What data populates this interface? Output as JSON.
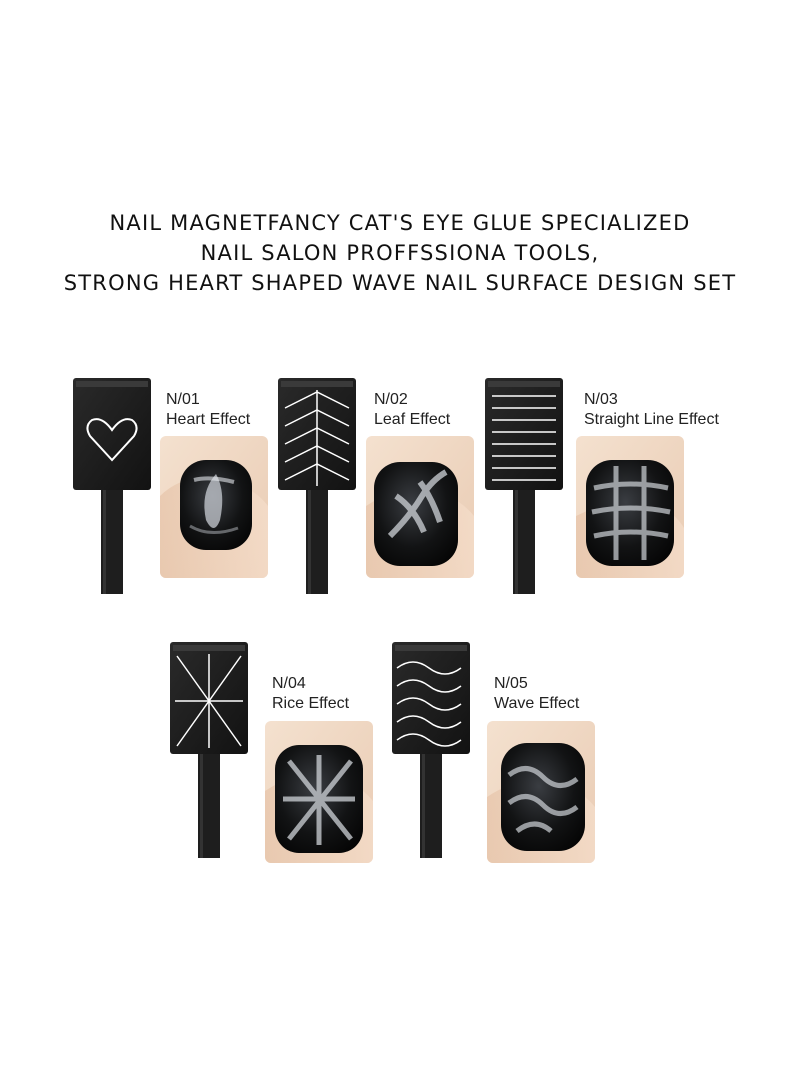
{
  "title": {
    "line1": "NAIL MAGNETFANCY CAT'S EYE GLUE SPECIALIZED",
    "line2": "NAIL SALON PROFFSSIONA TOOLS,",
    "line3": "STRONG HEART SHAPED WAVE NAIL SURFACE DESIGN SET"
  },
  "products": [
    {
      "code": "N/01",
      "name": "Heart Effect",
      "pattern": "heart-pattern-icon"
    },
    {
      "code": "N/02",
      "name": "Leaf Effect",
      "pattern": "leaf-pattern-icon"
    },
    {
      "code": "N/03",
      "name": "Straight Line Effect",
      "pattern": "lines-pattern-icon"
    },
    {
      "code": "N/04",
      "name": "Rice Effect",
      "pattern": "rice-pattern-icon"
    },
    {
      "code": "N/05",
      "name": "Wave Effect",
      "pattern": "wave-pattern-icon"
    }
  ],
  "colors": {
    "magnet_body": "#1c1c1c",
    "pattern_line": "#ffffff",
    "nail_background": "#f0d8c4",
    "nail_polish": "#141414",
    "cat_eye_shimmer": "#d9dde2"
  }
}
